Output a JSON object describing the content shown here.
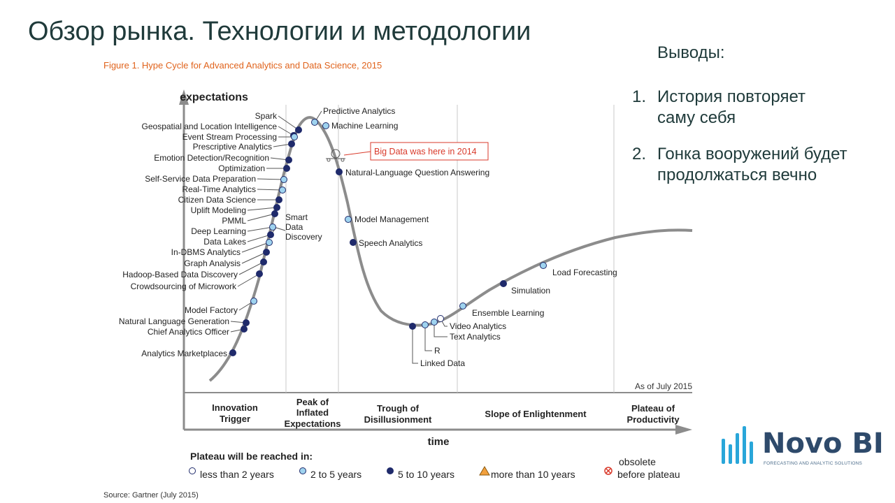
{
  "slide": {
    "title": "Обзор рынка. Технологии и методологии"
  },
  "conclusions": {
    "heading": "Выводы:",
    "items": [
      {
        "num": "1.",
        "line1": "История повторяет",
        "line2": "саму себя"
      },
      {
        "num": "2.",
        "line1": "Гонка вооружений будет",
        "line2": "продолжаться вечно"
      }
    ]
  },
  "figure": {
    "title": "Figure 1. Hype Cycle for Advanced Analytics and Data Science, 2015",
    "y_axis": "expectations",
    "x_axis": "time",
    "as_of": "As of July 2015",
    "source": "Source: Gartner (July 2015)",
    "callout": "Big Data was here in 2014",
    "phases": [
      {
        "line1": "Innovation",
        "line2": "Trigger"
      },
      {
        "line1": "Peak of",
        "line2": "Inflated",
        "line3": "Expectations"
      },
      {
        "line1": "Trough of",
        "line2": "Disillusionment"
      },
      {
        "line1": "Slope of Enlightenment"
      },
      {
        "line1": "Plateau of",
        "line2": "Productivity"
      }
    ],
    "smart_data_discovery": [
      "Smart",
      "Data",
      "Discovery"
    ],
    "technologies_left": [
      {
        "name": "Spark",
        "cat": "5to10"
      },
      {
        "name": "Geospatial and Location Intelligence",
        "cat": "5to10"
      },
      {
        "name": "Event Stream Processing",
        "cat": "2to5"
      },
      {
        "name": "Prescriptive Analytics",
        "cat": "5to10"
      },
      {
        "name": "Emotion Detection/Recognition",
        "cat": "5to10"
      },
      {
        "name": "Optimization",
        "cat": "5to10"
      },
      {
        "name": "Self-Service Data Preparation",
        "cat": "2to5"
      },
      {
        "name": "Real-Time Analytics",
        "cat": "2to5"
      },
      {
        "name": "Citizen Data Science",
        "cat": "5to10"
      },
      {
        "name": "Uplift Modeling",
        "cat": "5to10"
      },
      {
        "name": "PMML",
        "cat": "5to10"
      },
      {
        "name": "Deep Learning",
        "cat": "2to5"
      },
      {
        "name": "Data Lakes",
        "cat": "5to10"
      },
      {
        "name": "In-DBMS Analytics",
        "cat": "2to5"
      },
      {
        "name": "Graph Analysis",
        "cat": "5to10"
      },
      {
        "name": "Hadoop-Based Data Discovery",
        "cat": "5to10"
      },
      {
        "name": "Crowdsourcing of Microwork",
        "cat": "5to10"
      },
      {
        "name": "Model Factory",
        "cat": "2to5"
      },
      {
        "name": "Natural Language Generation",
        "cat": "5to10"
      },
      {
        "name": "Chief Analytics Officer",
        "cat": "5to10"
      },
      {
        "name": "Analytics Marketplaces",
        "cat": "5to10"
      }
    ],
    "technologies_right": [
      {
        "name": "Predictive Analytics",
        "cat": "2to5"
      },
      {
        "name": "Machine Learning",
        "cat": "2to5"
      },
      {
        "name": "Natural-Language Question Answering",
        "cat": "5to10"
      },
      {
        "name": "Model Management",
        "cat": "2to5"
      },
      {
        "name": "Speech Analytics",
        "cat": "5to10"
      },
      {
        "name": "Linked Data",
        "cat": "5to10"
      },
      {
        "name": "R",
        "cat": "2to5"
      },
      {
        "name": "Text Analytics",
        "cat": "2to5"
      },
      {
        "name": "Video Analytics",
        "cat": "less2"
      },
      {
        "name": "Ensemble Learning",
        "cat": "2to5"
      },
      {
        "name": "Simulation",
        "cat": "5to10"
      },
      {
        "name": "Load Forecasting",
        "cat": "2to5"
      }
    ],
    "legend": {
      "title": "Plateau will be reached in:",
      "items": [
        {
          "key": "less2",
          "label": "less than 2 years"
        },
        {
          "key": "2to5",
          "label": "2 to 5 years"
        },
        {
          "key": "5to10",
          "label": "5 to 10 years"
        },
        {
          "key": "more10",
          "label": "more than 10 years"
        },
        {
          "key": "obsolete",
          "label": "obsolete",
          "label2": "before plateau"
        }
      ]
    },
    "colors": {
      "curve": "#8c8c8c",
      "less2": "#ffffff",
      "2to5": "#9fd3ef",
      "5to10": "#1f2a6b",
      "more10": "#f2a03d",
      "obsolete": "#d93a2b",
      "callout": "#d93a2b",
      "title": "#e0631c"
    }
  },
  "logo": {
    "word": "Novo BI",
    "tagline": "FORECASTING AND ANALYTIC SOLUTIONS",
    "color": "#2e4a6b",
    "bars_color": "#29a6d9"
  }
}
